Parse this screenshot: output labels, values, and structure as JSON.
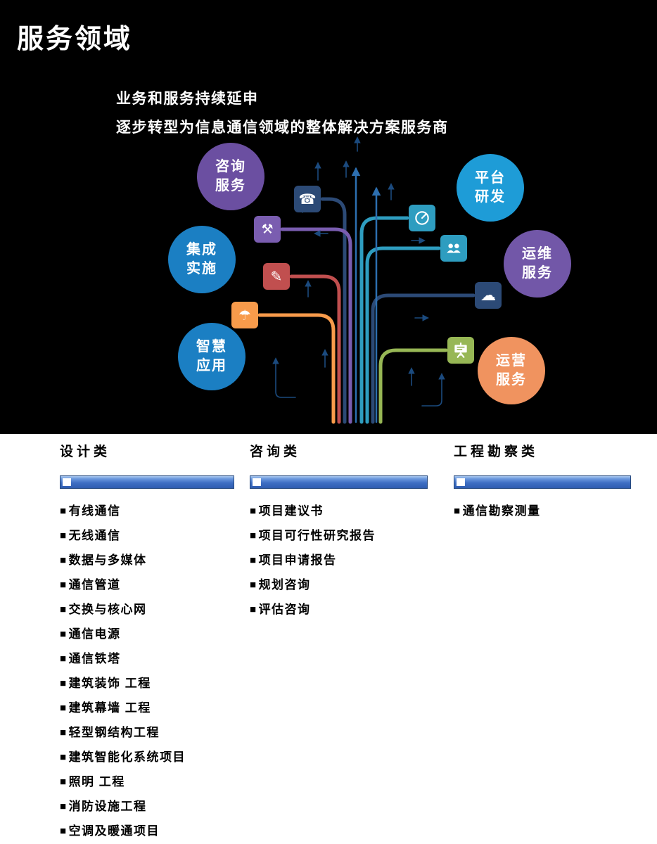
{
  "header": {
    "title": "服务领域"
  },
  "intro": {
    "line1": "业务和服务持续延申",
    "line2": "逐步转型为信息通信领域的整体解决方案服务商"
  },
  "diagram": {
    "bubbles": [
      {
        "id": "consulting-service",
        "line1": "咨询",
        "line2": "服务",
        "color": "#6b4fa1"
      },
      {
        "id": "platform-rd",
        "line1": "平台",
        "line2": "研发",
        "color": "#1e9cd7"
      },
      {
        "id": "integration",
        "line1": "集成",
        "line2": "实施",
        "color": "#1b7fc3"
      },
      {
        "id": "operations-maintenance",
        "line1": "运维",
        "line2": "服务",
        "color": "#7257a8"
      },
      {
        "id": "smart-applications",
        "line1": "智慧",
        "line2": "应用",
        "color": "#1b7fc3"
      },
      {
        "id": "operation-service",
        "line1": "运营",
        "line2": "服务",
        "color": "#f0935f"
      }
    ],
    "icons": [
      {
        "name": "phone-icon",
        "glyph": "☎",
        "color": "#2c4a76"
      },
      {
        "name": "tools-icon",
        "glyph": "⚒",
        "color": "#7a5db0"
      },
      {
        "name": "gauge-icon",
        "color": "#2e9dc0"
      },
      {
        "name": "people-icon",
        "color": "#2e9dc0"
      },
      {
        "name": "edit-icon",
        "glyph": "✎",
        "color": "#c14f4f"
      },
      {
        "name": "cloud-icon",
        "glyph": "☁",
        "color": "#2c4a76"
      },
      {
        "name": "umbrella-icon",
        "glyph": "☂",
        "color": "#f89b4b"
      },
      {
        "name": "presentation-icon",
        "color": "#97b755"
      }
    ]
  },
  "bullet_glyph": "■",
  "columns": [
    {
      "title": "设计类",
      "items": [
        "有线通信",
        "无线通信",
        "数据与多媒体",
        "通信管道",
        "交换与核心网",
        "通信电源",
        "通信铁塔",
        "建筑装饰 工程",
        "建筑幕墙 工程",
        "轻型钢结构工程",
        "建筑智能化系统项目",
        "照明 工程",
        "消防设施工程",
        "空调及暖通项目"
      ]
    },
    {
      "title": "咨询类",
      "items": [
        "项目建议书",
        "项目可行性研究报告",
        "项目申请报告",
        "规划咨询",
        "评估咨询"
      ]
    },
    {
      "title": "工程勘察类",
      "items": [
        "通信勘察测量"
      ]
    }
  ]
}
